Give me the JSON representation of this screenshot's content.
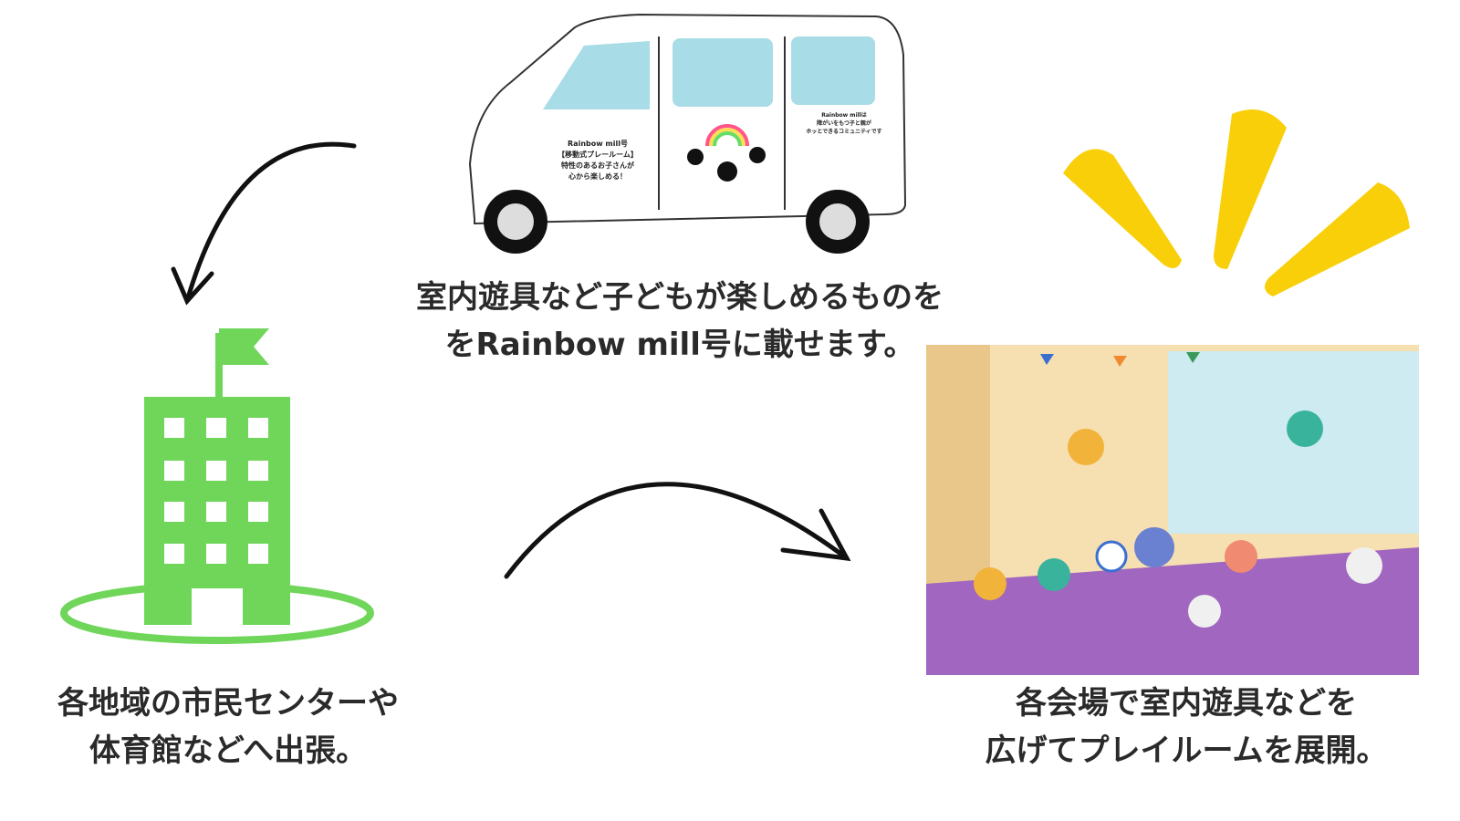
{
  "van": {
    "left_text": [
      "Rainbow mill号",
      "【移動式プレールーム】",
      "特性のあるお子さんが",
      "心から楽しめる！"
    ],
    "right_text": [
      "Rainbow millは",
      "障がいをもつ子と親が",
      "ホッとできるコミュニティです"
    ]
  },
  "captions": {
    "top": [
      "室内遊具など子どもが楽しめるものを",
      "をRainbow mill号に載せます。"
    ],
    "left": [
      "各地域の市民センターや",
      "体育館などへ出張。"
    ],
    "right": [
      "各会場で室内遊具などを",
      "広げてプレイルームを展開。"
    ]
  },
  "colors": {
    "building": "#6fd65a",
    "accent": "#f9cf0a",
    "floor": "#a066c0",
    "window": "#a8dce6"
  }
}
